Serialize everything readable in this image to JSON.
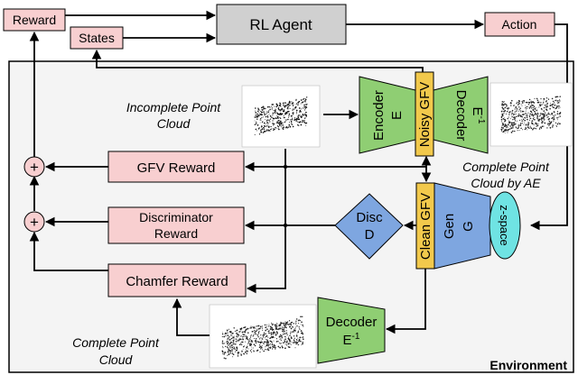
{
  "colors": {
    "pink": "#f8cfd0",
    "gray": "#d0d0d0",
    "green": "#8fce73",
    "yellow": "#f2c94c",
    "blue": "#7ea6e0",
    "cyan": "#6fe3e3",
    "env_bg": "#f4f4f4",
    "line": "#000000"
  },
  "top": {
    "reward": "Reward",
    "states": "States",
    "rl_agent": "RL Agent",
    "action": "Action"
  },
  "environment_label": "Environment",
  "left": {
    "gfv_reward": "GFV Reward",
    "disc_reward_l1": "Discriminator",
    "disc_reward_l2": "Reward",
    "chamfer_reward": "Chamfer Reward",
    "plus_symbol": "+"
  },
  "autoencoder": {
    "encoder_l1": "Encoder",
    "encoder_l2": "E",
    "noisy_gfv": "Noisy GFV",
    "decoder_top_l1": "Decoder",
    "decoder_top_l2": "E",
    "decoder_top_sup": "-1"
  },
  "generator": {
    "clean_gfv": "Clean GFV",
    "gen_l1": "Gen",
    "gen_l2": "G",
    "z_space": "z-space"
  },
  "disc": {
    "l1": "Disc",
    "l2": "D"
  },
  "decoder_bottom": {
    "l1": "Decoder",
    "l2": "E",
    "sup": "-1"
  },
  "captions": {
    "incomplete_l1": "Incomplete Point",
    "incomplete_l2": "Cloud",
    "complete_ae_l1": "Complete Point",
    "complete_ae_l2": "Cloud by AE",
    "complete_l1": "Complete Point",
    "complete_l2": "Cloud"
  }
}
